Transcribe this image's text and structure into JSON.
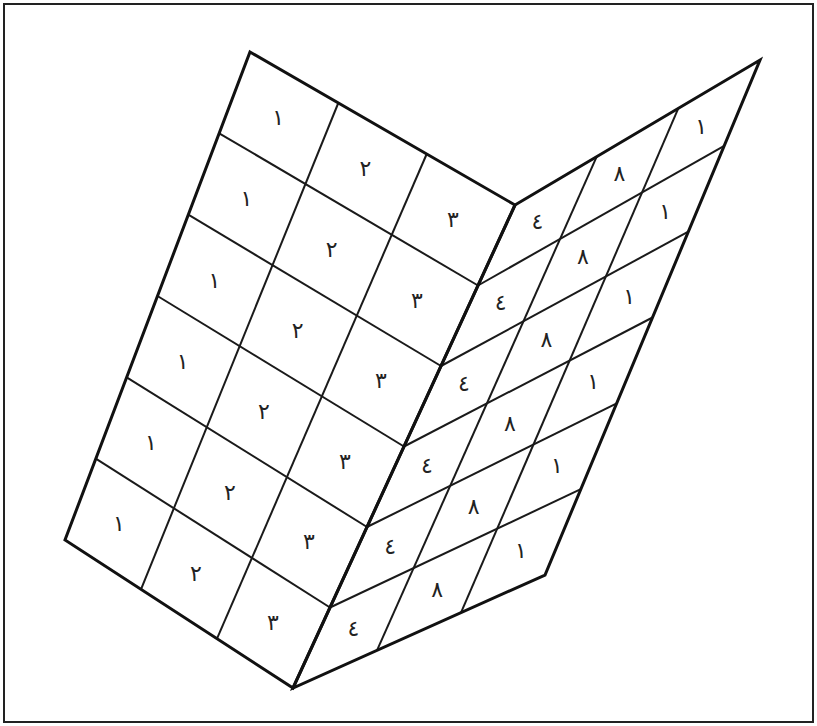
{
  "diagram": {
    "labels": [
      "١",
      "٢",
      "٣",
      "٤",
      "٨",
      "١",
      "١",
      "٢",
      "٣",
      "٤",
      "٨",
      "١",
      "١",
      "٢",
      "٣",
      "٤",
      "٨",
      "١",
      "١",
      "٢",
      "٣",
      "٤",
      "٨",
      "١",
      "١",
      "٢",
      "٣",
      "٤",
      "٨",
      "١",
      "١",
      "٢",
      "٣",
      "٤",
      "٨",
      "١"
    ]
  }
}
